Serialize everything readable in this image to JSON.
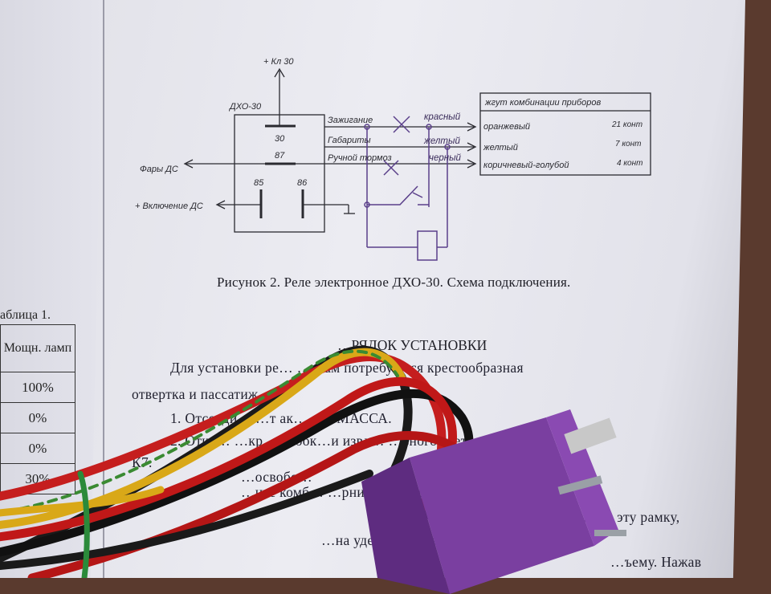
{
  "diagram": {
    "device_name": "ДХО-30",
    "kl30": "+ Кл 30",
    "pin_30": "30",
    "pin_87": "87",
    "pin_85": "85",
    "pin_86": "86",
    "fary": "Фары ДС",
    "vkl": "+ Включение ДС",
    "wire_ignition": "Зажигание",
    "wire_gabarit": "Габариты",
    "wire_brake": "Ручной тормоз",
    "hand_red": "красный",
    "hand_yellow": "желтый",
    "hand_black": "черный",
    "harness_title": "жгут комбинации приборов",
    "harness_rows": [
      {
        "color": "оранжевый",
        "pin": "21 конт"
      },
      {
        "color": "желтый",
        "pin": "7 конт"
      },
      {
        "color": "коричневый-голубой",
        "pin": "4 конт"
      }
    ]
  },
  "caption": "Рисунок 2. Реле электронное ДХО-30. Схема подключения.",
  "section_heading": "…РЯДОК УСТАНОВКИ",
  "body_lines": [
    "Для установки ре…          … Вам потребуются крестообразная",
    "отвертка и пассатиж…",
    "1. Отсоеди…   …т ак…         …у МАССА.",
    "2. Откр…    …кр…           …бок…и извл…        …ьного света",
    "К7.",
    "…освобо…",
    "…ите  комб…                                …рните саморезы",
    "…ите  эту рамку,",
    "…на удержи…                         …аккуратно",
    "…ъему. Нажав"
  ],
  "table": {
    "caption": "аблица 1.",
    "header": "Мощн. ламп",
    "rows": [
      "100%",
      "0%",
      "0%",
      "30%"
    ]
  }
}
